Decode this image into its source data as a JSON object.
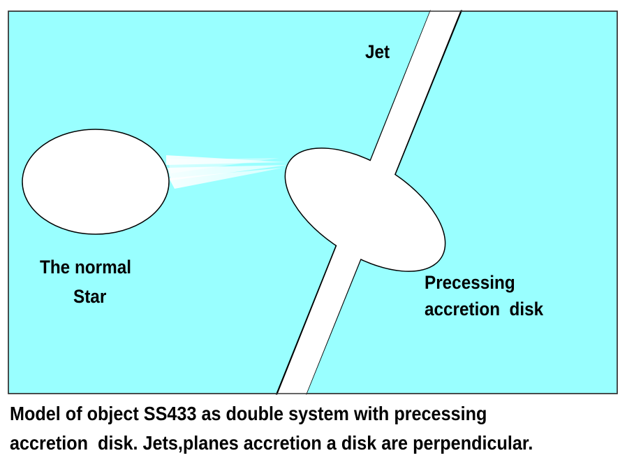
{
  "colors": {
    "background": "#99ffff",
    "body_fill": "#ffffff",
    "outline": "#000000"
  },
  "labels": {
    "jet": "Jet",
    "star_line1": "The normal",
    "star_line2": "Star",
    "disk_line1": "Precessing",
    "disk_line2": "accretion  disk"
  },
  "caption": {
    "line1": "Model of object SS433 as double system with precessing",
    "line2": "accretion  disk. Jets,planes accretion a disk are perpendicular."
  }
}
